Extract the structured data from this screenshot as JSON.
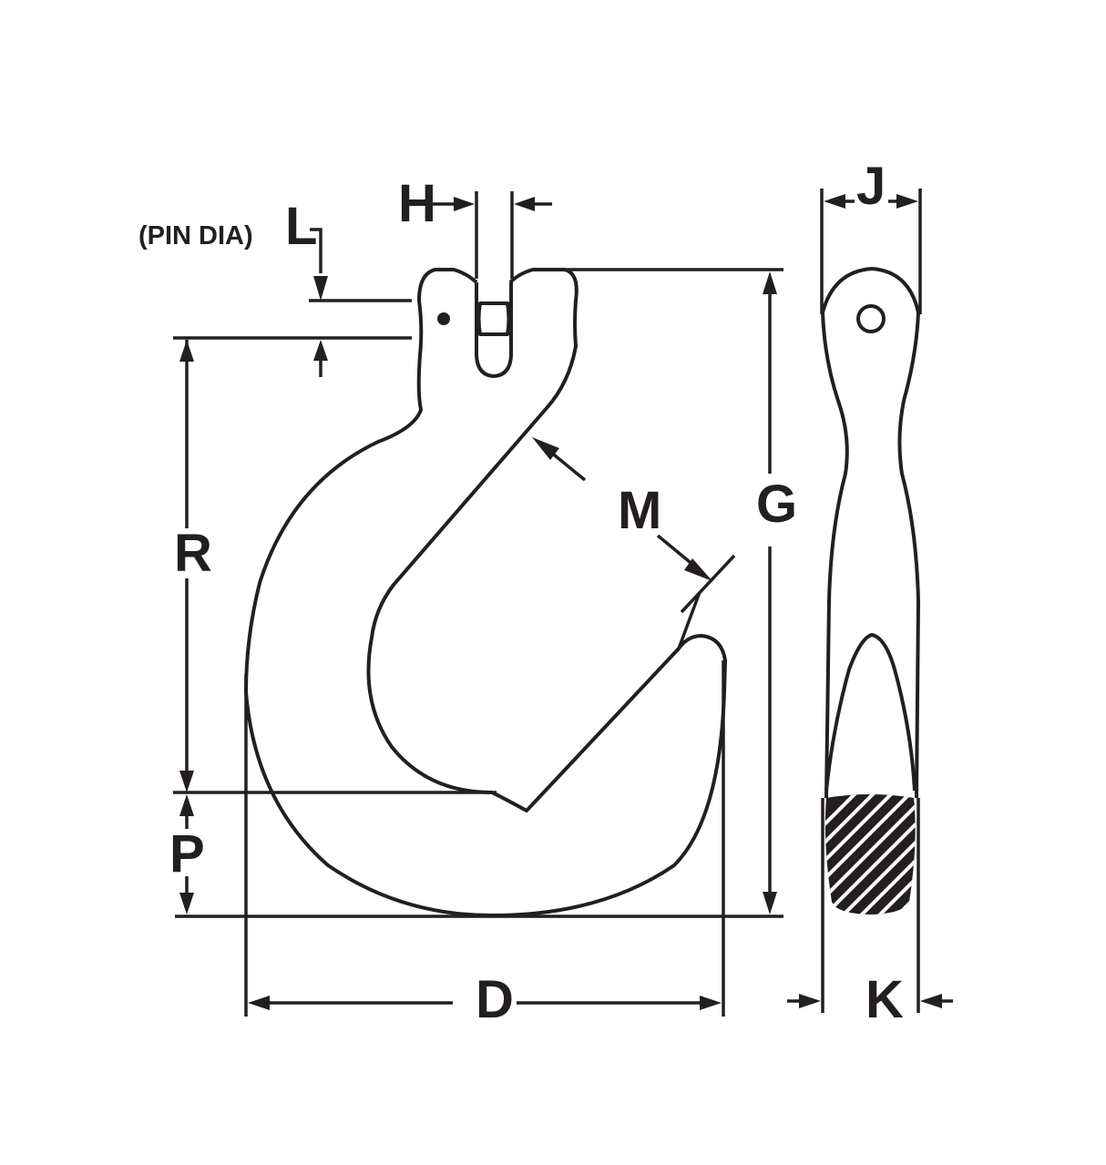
{
  "diagram": {
    "title": "Clevis hook dimension drawing",
    "views": [
      "front-view",
      "side-view"
    ],
    "line_color": "#231f20",
    "background": "#ffffff",
    "labels": {
      "H": "H",
      "L": "L",
      "pin_dia": "(PIN DIA)",
      "J": "J",
      "M": "M",
      "G": "G",
      "R": "R",
      "P": "P",
      "D": "D",
      "K": "K"
    }
  }
}
